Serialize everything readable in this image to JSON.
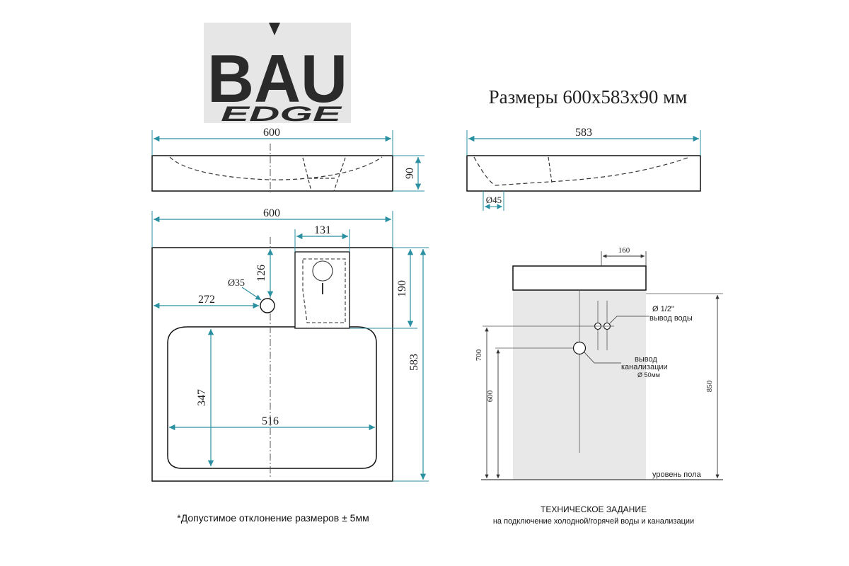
{
  "logo": {
    "line1": "BAU",
    "line2": "EDGE",
    "bg_color": "#e6e6e6",
    "text_color": "#2a2a2a"
  },
  "title": "Размеры 600х583х90 мм",
  "colors": {
    "dimension": "#2a8fa0",
    "outline": "#111111",
    "wall": "#e8e8e8",
    "axis": "#555555"
  },
  "front_view": {
    "width_label": "600",
    "height_label": "90"
  },
  "side_view": {
    "depth_label": "583",
    "drain_label": "Ø45"
  },
  "top_view": {
    "width_label": "600",
    "mixer_width_label": "131",
    "hole_diameter_label": "Ø35",
    "hole_offset_y_label": "126",
    "hole_offset_x_label": "272",
    "mixer_depth_label": "190",
    "total_depth_label": "583",
    "bowl_depth_label": "347",
    "bowl_width_label": "516"
  },
  "install": {
    "offset_label": "160",
    "water_label_1": "Ø 1/2\"",
    "water_label_2": "вывод воды",
    "sewer_label_1": "вывод",
    "sewer_label_2": "канализации",
    "sewer_label_3": "Ø 50мм",
    "height_700": "700",
    "height_600": "600",
    "height_850": "850",
    "floor_label": "уровень пола"
  },
  "footnote": "*Допустимое отклонение размеров ± 5мм",
  "spec": {
    "title": "ТЕХНИЧЕСКОЕ ЗАДАНИЕ",
    "subtitle": "на подключение холодной/горячей воды и канализации"
  }
}
